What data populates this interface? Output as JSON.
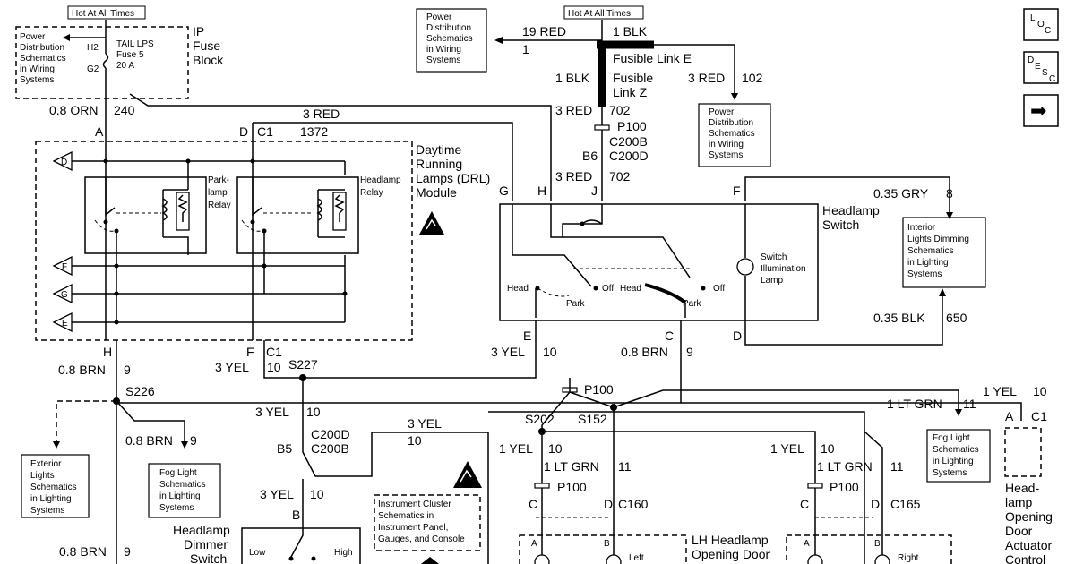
{
  "labels": {
    "hot_top": "Hot At All Times",
    "hot_left": "Hot At All Times",
    "power_dist_left": [
      "Power",
      "Distribution",
      "Schematics",
      "in Wiring",
      "Systems"
    ],
    "h2": "H2",
    "g2": "G2",
    "tail_lps": [
      "TAIL LPS",
      "Fuse 5",
      "20 A"
    ],
    "ip_fuse_block": [
      "IP",
      "Fuse",
      "Block"
    ],
    "power_dist_mid": [
      "Power",
      "Distribution",
      "Schematics",
      "in Wiring",
      "Systems"
    ],
    "wire_19red": "19 RED",
    "num_1": "1",
    "wire_1blk_top": "1 BLK",
    "fusible_e": "Fusible Link E",
    "wire_1blk": "1 BLK",
    "fusible_z": [
      "Fusible",
      "Link Z"
    ],
    "wire_3red_102": "3 RED",
    "num_102": "102",
    "power_dist_right": [
      "Power",
      "Distribution",
      "Schematics",
      "in Wiring",
      "Systems"
    ],
    "loc": [
      "L",
      "O",
      "C"
    ],
    "desc": [
      "D",
      "E",
      "S",
      "C"
    ],
    "arrow_glyph": "➡",
    "orn": "0.8 ORN",
    "n240": "240",
    "pin_a": "A",
    "pin_d": "D",
    "c1": "C1",
    "red_3_top": "3 RED",
    "n1372": "1372",
    "red_3_702": "3 RED",
    "n702": "702",
    "p100": "P100",
    "c200b": "C200B",
    "b6": "B6",
    "c200d": "C200D",
    "red_3_702b": "3 RED",
    "n702b": "702",
    "pin_g": "G",
    "pin_h": "H",
    "pin_j": "J",
    "pin_f_hs": "F",
    "gry": "0.35 GRY",
    "n8": "8",
    "drl_module": [
      "Daytime",
      "Running",
      "Lamps (DRL)",
      "Module"
    ],
    "park_relay": [
      "Park-",
      "lamp",
      "Relay"
    ],
    "headlamp_relay": [
      "Headlamp",
      "Relay"
    ],
    "headlamp_switch": [
      "Headlamp",
      "Switch"
    ],
    "interior_dimming": [
      "Interior",
      "Lights Dimming",
      "Schematics",
      "in Lighting",
      "Systems"
    ],
    "switch_illum": [
      "Switch",
      "Illumination",
      "Lamp"
    ],
    "head_1": "Head",
    "off_1": "Off",
    "park_1": "Park",
    "head_2": "Head",
    "off_2": "Off",
    "park_2": "Park",
    "tri_d": "D",
    "tri_f": "F",
    "tri_g": "G",
    "tri_e": "E",
    "blk_035": "0.35 BLK",
    "n650": "650",
    "pin_e_hs": "E",
    "pin_c_hs": "C",
    "pin_d_hs": "D",
    "yel_3_10_a": "3 YEL",
    "n10_a": "10",
    "brn_08_9_a": "0.8 BRN",
    "n9_a": "9",
    "pin_h_bot": "H",
    "pin_f_bot": "F",
    "c1_bot": "C1",
    "brn_08": "0.8 BRN",
    "n9": "9",
    "yel_3_10": "3 YEL",
    "n10": "10",
    "s227": "S227",
    "s226": "S226",
    "p100_b": "P100",
    "s202": "S202",
    "s152": "S152",
    "ltgrn_1_11": "1 LT GRN",
    "n11": "11",
    "yel_1_10": "1 YEL",
    "n10_c": "10",
    "pin_a_r": "A",
    "c1_r": "C1",
    "exterior_lights": [
      "Exterior",
      "Lights",
      "Schematics",
      "in Lighting",
      "Systems"
    ],
    "brn_08_9_b": "0.8 BRN",
    "n9_b": "9",
    "fog_left": [
      "Fog Light",
      "Schematics",
      "in Lighting",
      "Systems"
    ],
    "yel_3_10_b": "3 YEL",
    "n10_b": "10",
    "c200d_b": "C200D",
    "c200b_b": "C200B",
    "b5": "B5",
    "yel_3_10_c": "3 YEL",
    "n10_d": "10",
    "yel_3_mid": "3 YEL",
    "n10_mid": "10",
    "fog_right": [
      "Fog Light",
      "Schematics",
      "in Lighting",
      "Systems"
    ],
    "yel_1_10_l": "1 YEL",
    "n10_l": "10",
    "ltgrn_1_11_l": "1 LT GRN",
    "n11_l": "11",
    "p100_l": "P100",
    "pin_c_l": "C",
    "pin_d_l": "D",
    "c160": "C160",
    "yel_1_10_r": "1 YEL",
    "n10_r": "10",
    "ltgrn_1_11_r": "1 LT GRN",
    "n11_r": "11",
    "p100_r": "P100",
    "pin_c_r": "C",
    "pin_d_r": "D",
    "c165": "C165",
    "head_lamp_door": [
      "Head-",
      "lamp",
      "Opening",
      "Door",
      "Actuator",
      "Control"
    ],
    "pin_b": "B",
    "dimmer_switch": [
      "Headlamp",
      "Dimmer",
      "Switch"
    ],
    "low": "Low",
    "high": "High",
    "brn_bottom": "0.8 BRN",
    "n9_bottom": "9",
    "instrument": [
      "Instrument Cluster",
      "Schematics in",
      "Instrument Panel,",
      "Gauges, and Console"
    ],
    "lh_headlamp": [
      "LH Headlamp",
      "Opening Door"
    ],
    "pin_a_lh": "A",
    "pin_b_lh": "B",
    "left_lbl": "Left",
    "pin_a_rh": "A",
    "pin_b_rh": "B",
    "right_lbl": "Right"
  }
}
